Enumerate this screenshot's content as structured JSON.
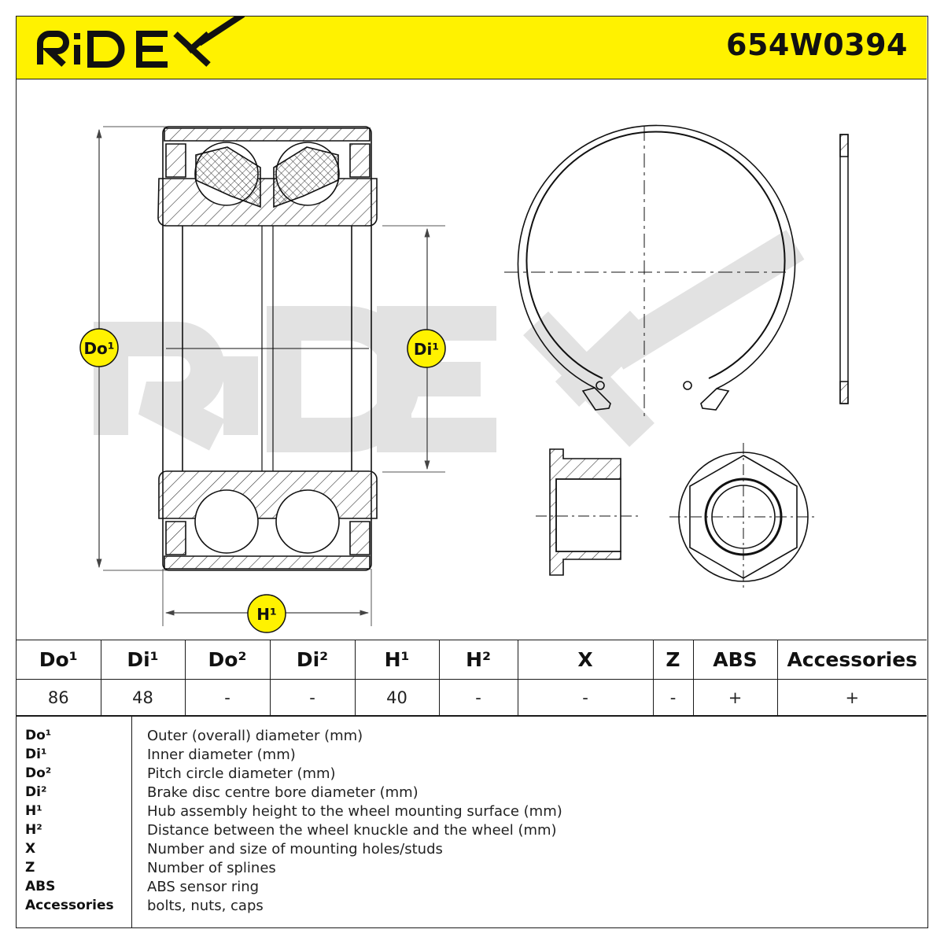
{
  "header": {
    "brand": "RIDEX",
    "part_number": "654W0394",
    "background_color": "#fff200"
  },
  "drawing": {
    "watermark": "RIDEX",
    "labels": {
      "outer_diameter": "Do¹",
      "inner_diameter": "Di¹",
      "height": "H¹"
    },
    "badge_color": "#fff200"
  },
  "spec_table": {
    "headers": [
      "Do¹",
      "Di¹",
      "Do²",
      "Di²",
      "H¹",
      "H²",
      "X",
      "Z",
      "ABS",
      "Accessories"
    ],
    "values": [
      "86",
      "48",
      "-",
      "-",
      "40",
      "-",
      "-",
      "-",
      "+",
      "+"
    ]
  },
  "legend": [
    {
      "key": "Do¹",
      "desc": "Outer (overall) diameter (mm)"
    },
    {
      "key": "Di¹",
      "desc": "Inner diameter (mm)"
    },
    {
      "key": "Do²",
      "desc": "Pitch circle diameter (mm)"
    },
    {
      "key": "Di²",
      "desc": "Brake disc centre bore diameter (mm)"
    },
    {
      "key": "H¹",
      "desc": "Hub assembly height to the wheel mounting surface (mm)"
    },
    {
      "key": "H²",
      "desc": "Distance between the wheel knuckle and the wheel (mm)"
    },
    {
      "key": "X",
      "desc": "Number and size of mounting holes/studs"
    },
    {
      "key": "Z",
      "desc": "Number of splines"
    },
    {
      "key": "ABS",
      "desc": "ABS sensor ring"
    },
    {
      "key": "Accessories",
      "desc": "bolts, nuts, caps"
    }
  ]
}
